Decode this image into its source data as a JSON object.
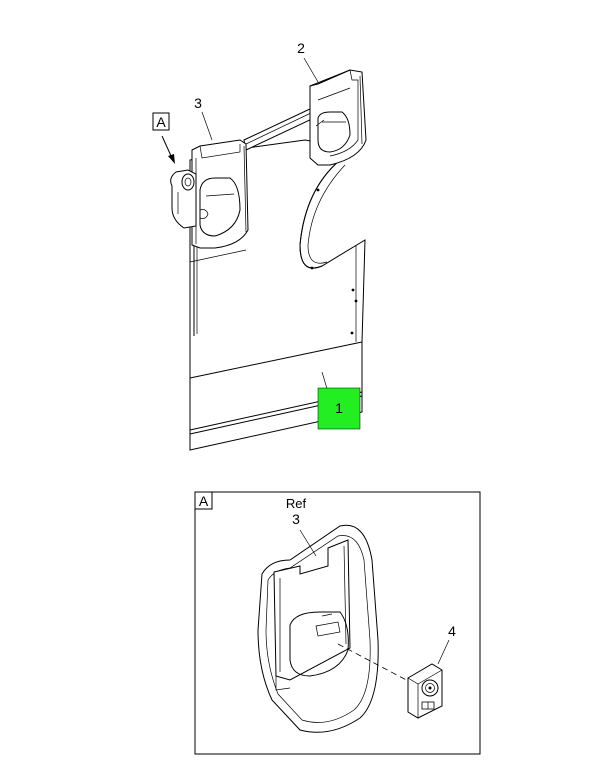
{
  "callouts": {
    "part_1": "1",
    "part_2": "2",
    "part_3": "3",
    "part_4": "4",
    "detail_ref_label": "Ref",
    "detail_ref_number": "3"
  },
  "view_labels": {
    "view_a_marker": "A",
    "detail_a_tag": "A"
  },
  "colors": {
    "highlight": "#22ee22",
    "line": "#000000",
    "background": "#ffffff"
  }
}
